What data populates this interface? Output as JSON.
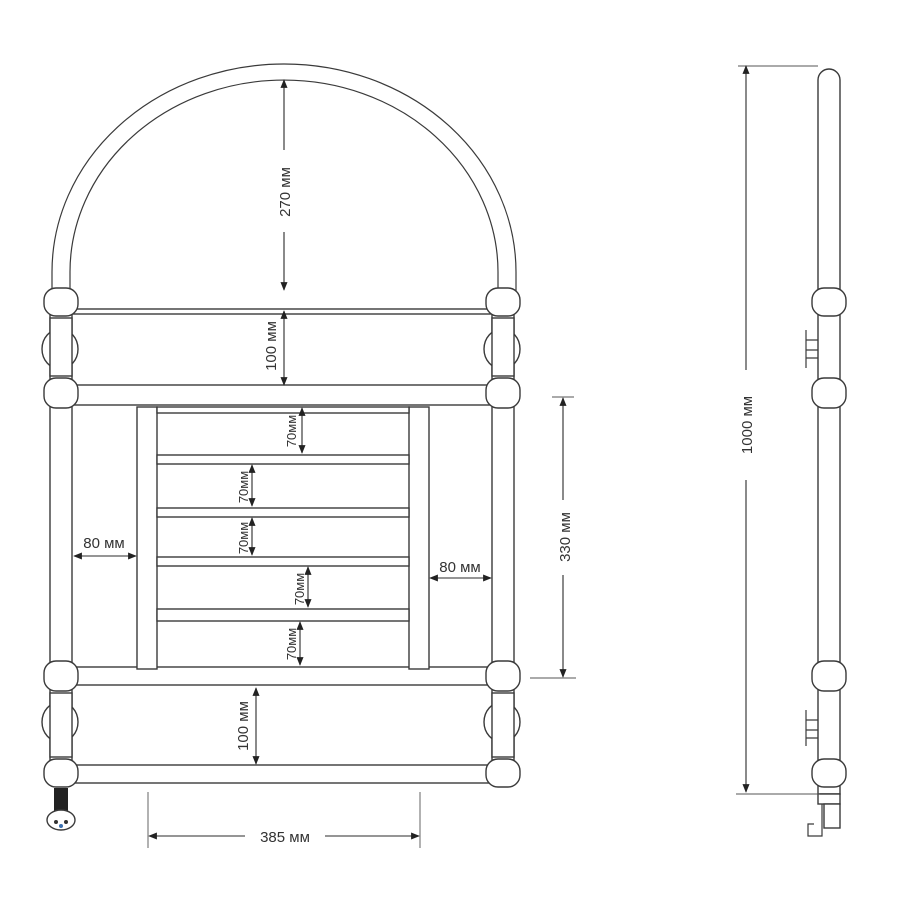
{
  "dimensions": {
    "arch_height": "270 мм",
    "upper_section": "100 мм",
    "rungs": [
      "70мм",
      "70мм",
      "70мм",
      "70мм",
      "70мм"
    ],
    "left_gap": "80 мм",
    "right_gap": "80 мм",
    "middle_section": "330 мм",
    "lower_section": "100 мм",
    "width": "385 мм",
    "total_height": "1000 мм"
  }
}
